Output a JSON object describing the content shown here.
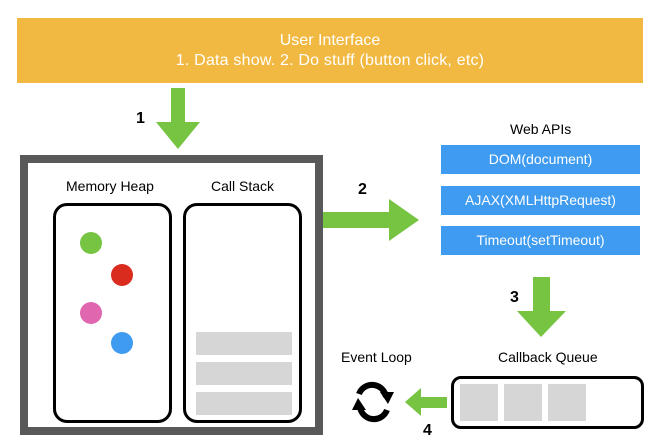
{
  "ui": {
    "title": "User Interface",
    "subtitle": "1. Data show.     2. Do stuff (button click, etc)"
  },
  "steps": {
    "one": "1",
    "two": "2",
    "three": "3",
    "four": "4"
  },
  "runtime": {
    "memory_heap_label": "Memory Heap",
    "call_stack_label": "Call Stack"
  },
  "web_apis": {
    "label": "Web APIs",
    "items": [
      "DOM(document)",
      "AJAX(XMLHttpRequest)",
      "Timeout(setTimeout)"
    ]
  },
  "event_loop_label": "Event Loop",
  "callback_queue_label": "Callback Queue",
  "colors": {
    "banner": "#f2b942",
    "arrow": "#76c442",
    "api_box": "#3e9bf0",
    "runtime_border": "#595959",
    "slot": "#d6d6d6",
    "dot_green": "#76c442",
    "dot_red": "#d92b1e",
    "dot_pink": "#e066b0",
    "dot_blue": "#3e9bf0"
  },
  "icons": {
    "event_loop": "refresh-cycle-icon"
  }
}
